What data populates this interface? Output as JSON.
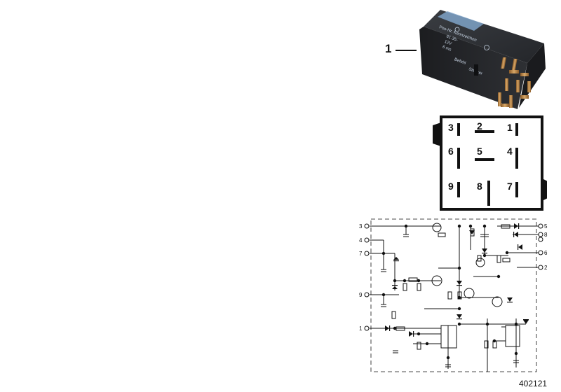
{
  "callout": {
    "part_number": "1"
  },
  "diagram_number": "402121",
  "relay_label_lines": [
    "Pos-Nr. Kennzeichen",
    "61.35-",
    "12V",
    "6 ms",
    "Befehl",
    "Stecker"
  ],
  "pinout": {
    "pins": [
      {
        "label": "3"
      },
      {
        "label": "2"
      },
      {
        "label": "1"
      },
      {
        "label": "6"
      },
      {
        "label": "5"
      },
      {
        "label": "4"
      },
      {
        "label": "9"
      },
      {
        "label": "8"
      },
      {
        "label": "7"
      }
    ]
  },
  "schematic": {
    "left_terminals": [
      {
        "label": "3"
      },
      {
        "label": "4"
      },
      {
        "label": "7"
      },
      {
        "label": "9"
      },
      {
        "label": "1"
      }
    ],
    "right_terminals": [
      {
        "label": "5"
      },
      {
        "label": "8"
      },
      {
        "label": "6"
      },
      {
        "label": "2"
      }
    ]
  },
  "colors": {
    "line": "#111111",
    "relay_body": "#2b2d30",
    "pin_metal": "#b07a3a",
    "label_sticker": "#6b8fb5"
  }
}
